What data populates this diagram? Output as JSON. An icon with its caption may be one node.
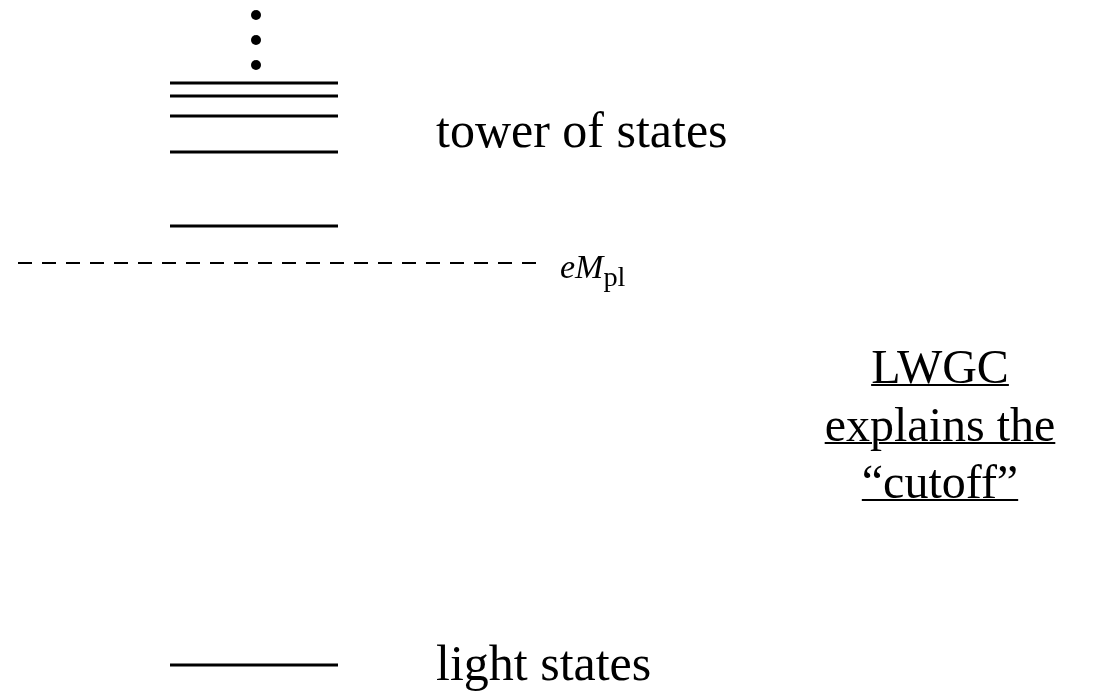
{
  "diagram": {
    "labels": [
      "tower of states",
      "*eM*$_{pl}$",
      "LWGC explains the “cutoff”",
      "light states"
    ]
  }
}
